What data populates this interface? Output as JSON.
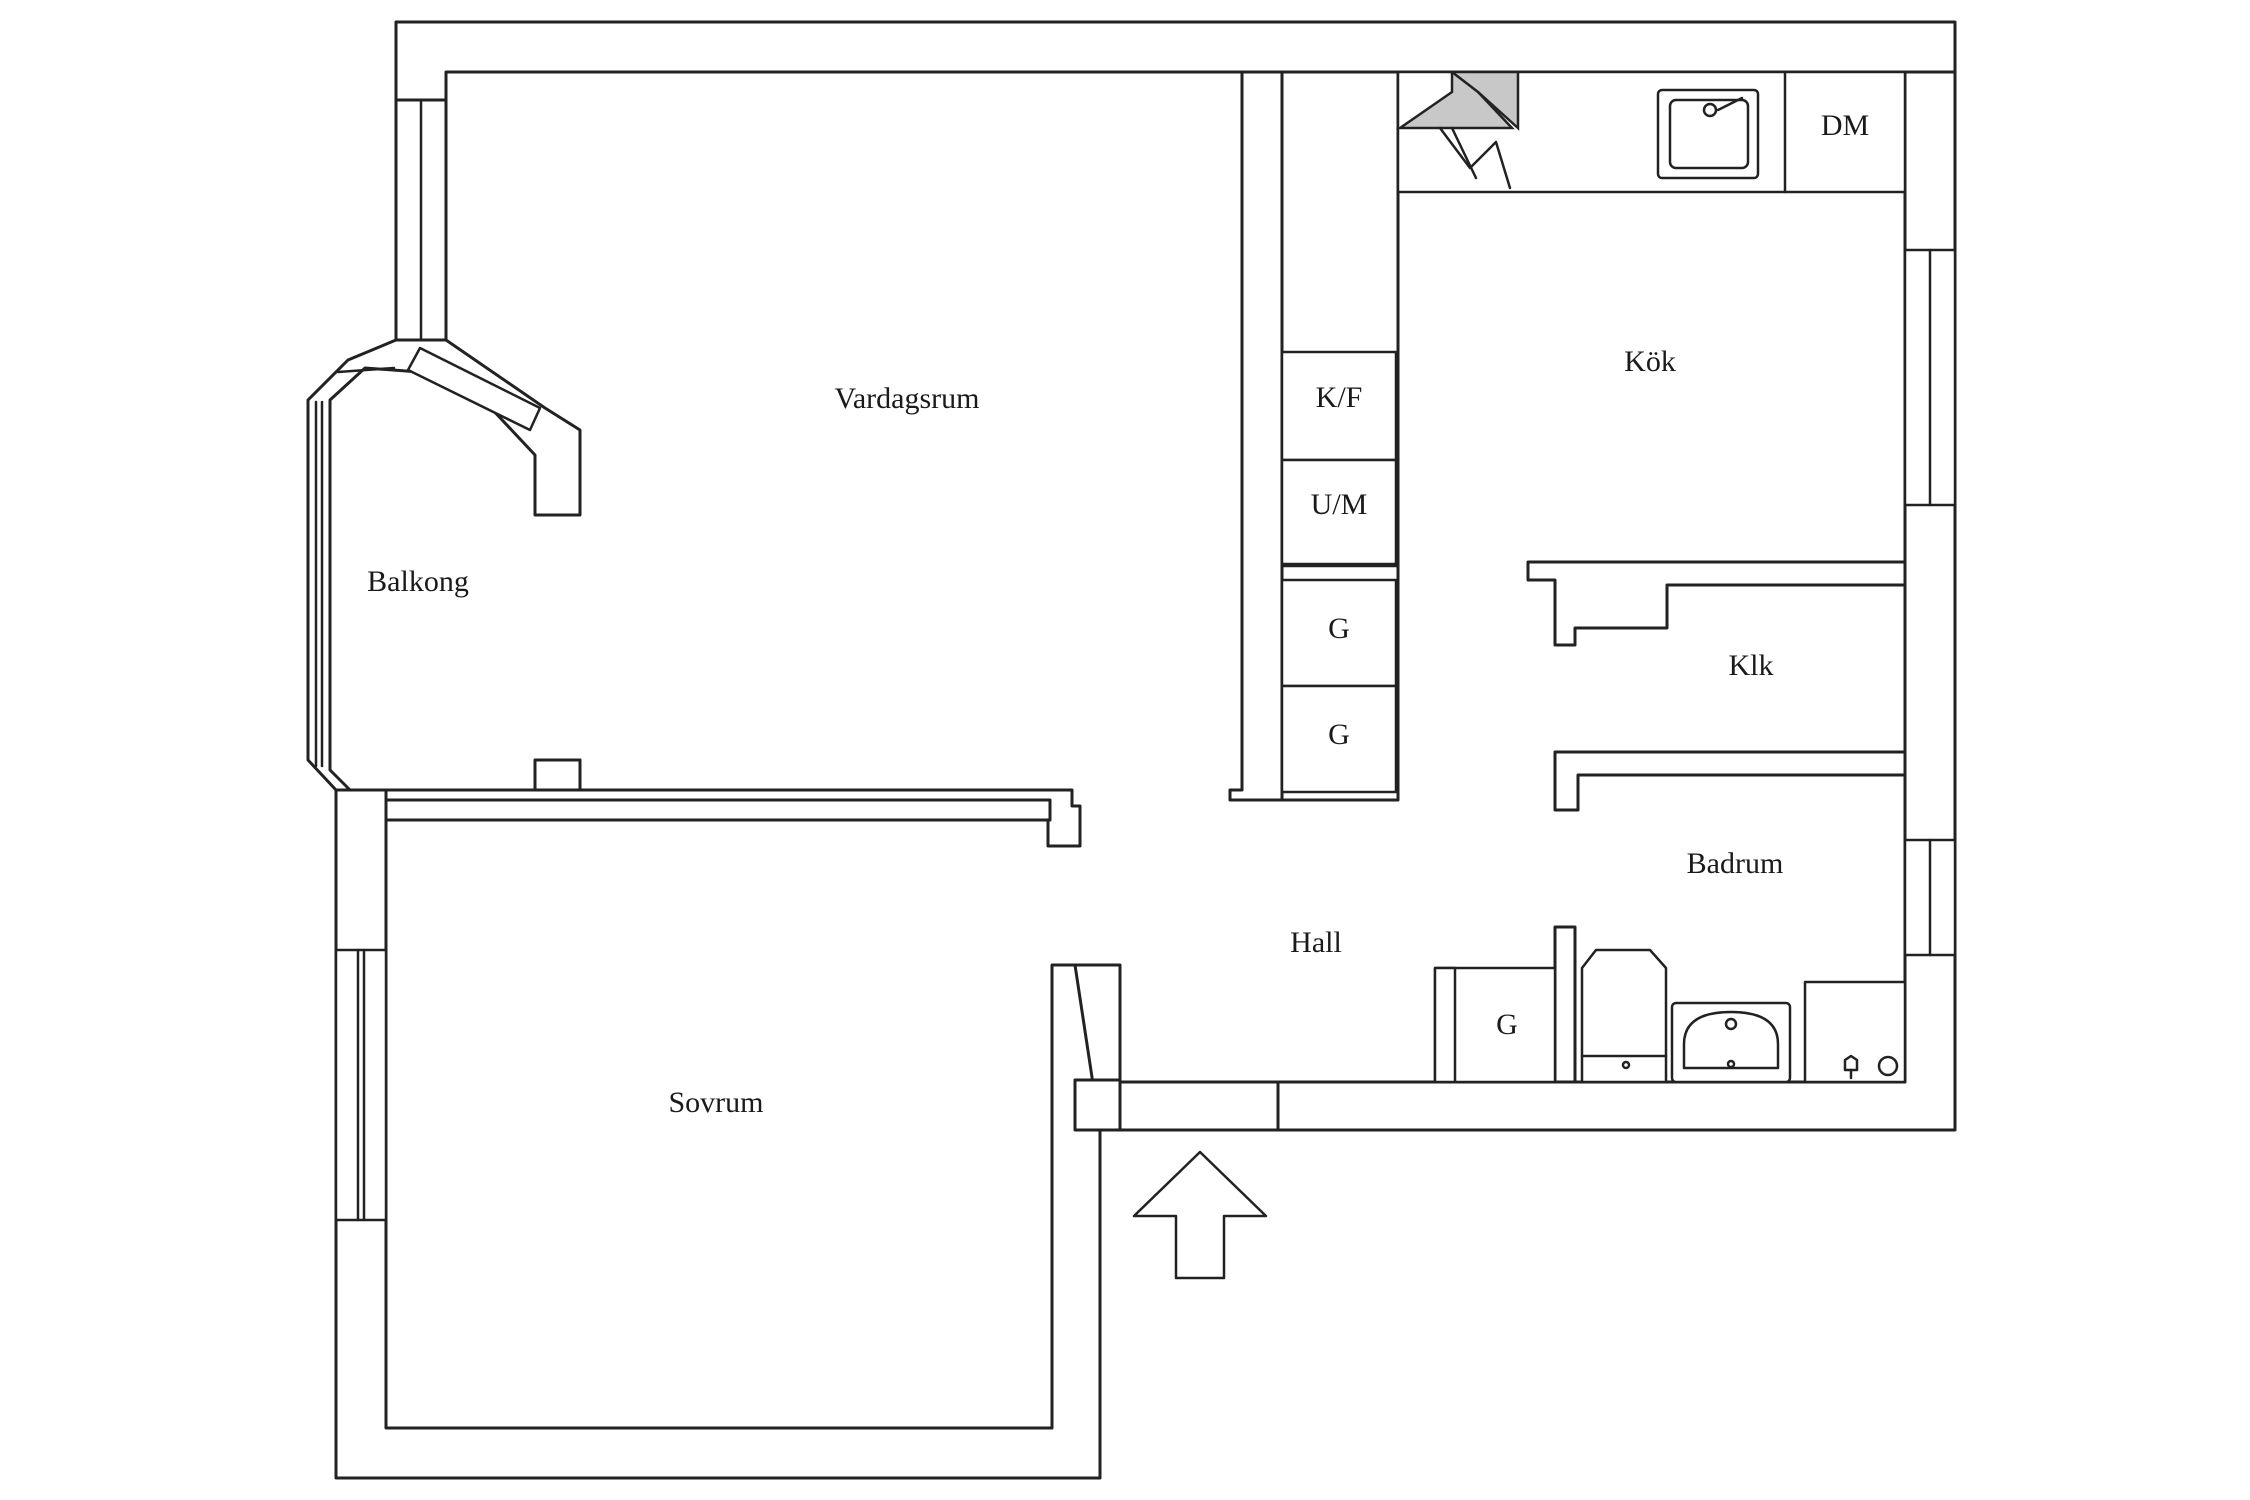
{
  "rooms": {
    "vardagsrum": "Vardagsrum",
    "kok": "Kök",
    "balkong": "Balkong",
    "klk": "Klk",
    "badrum": "Badrum",
    "hall": "Hall",
    "sovrum": "Sovrum"
  },
  "fixtures": {
    "dishwasher": "DM",
    "fridge_freezer": "K/F",
    "oven_microwave": "U/M",
    "wardrobe_1": "G",
    "wardrobe_2": "G",
    "wardrobe_hall": "G"
  },
  "colors": {
    "line": "#222222",
    "hood_fill": "#c8c8c8",
    "background": "#ffffff"
  },
  "icons": {
    "entrance": "entrance-arrow-icon",
    "sink": "kitchen-sink-icon",
    "hood": "range-hood-icon",
    "bath_sink": "wash-basin-icon",
    "toilet": "toilet-icon"
  }
}
